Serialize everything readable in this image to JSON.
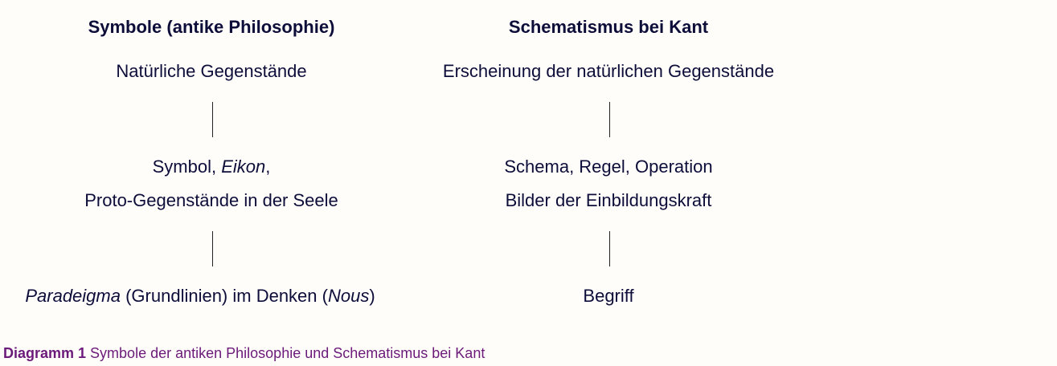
{
  "left": {
    "title": "Symbole (antike Philosophie)",
    "level1": "Natürliche Gegenstände",
    "level2_line1_a": "Symbol, ",
    "level2_line1_b": "Eikon",
    "level2_line1_c": ",",
    "level2_line2": "Proto-Gegenstände in der Seele",
    "level3_a": "Paradeigma",
    "level3_b": " (Grundlinien) im Denken (",
    "level3_c": "Nous",
    "level3_d": ")"
  },
  "right": {
    "title": "Schematismus bei Kant",
    "level1": "Erscheinung der natürlichen Gegenstände",
    "level2_line1": "Schema, Regel, Operation",
    "level2_line2": "Bilder der Einbildungskraft",
    "level3": "Begriff"
  },
  "caption": {
    "label": "Diagramm 1",
    "text": " Symbole der antiken Philosophie und Schematismus bei Kant"
  },
  "colors": {
    "background": "#fffdf9",
    "text": "#0d0d3a",
    "caption": "#6b1a7a"
  }
}
